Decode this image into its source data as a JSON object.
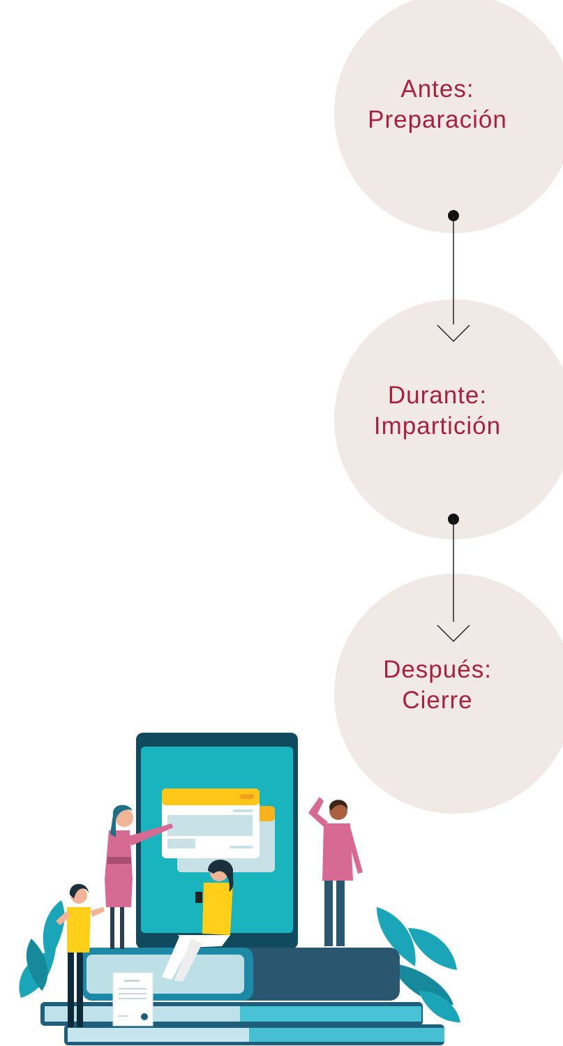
{
  "steps": [
    {
      "id": "before",
      "title": "Antes:",
      "subtitle": "Preparación"
    },
    {
      "id": "during",
      "title": "Durante:",
      "subtitle": "Impartición"
    },
    {
      "id": "after",
      "title": "Después:",
      "subtitle": "Cierre"
    }
  ],
  "colors": {
    "circle_fill": "#f0e9e6",
    "label_text": "#a8213f",
    "connector": "#222222"
  }
}
